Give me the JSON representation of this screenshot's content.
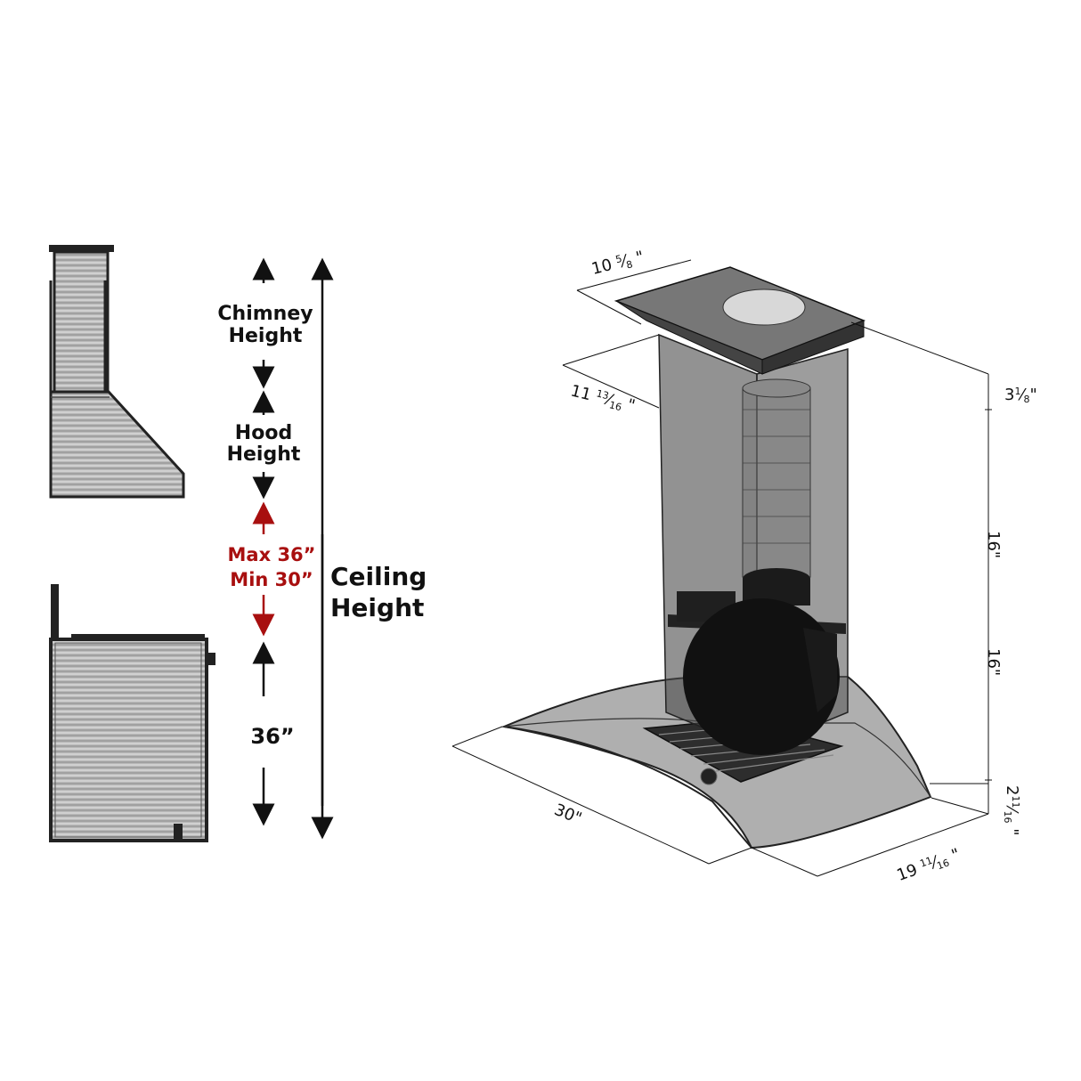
{
  "left_labels": {
    "chimney_line1": "Chimney",
    "chimney_line2": "Height",
    "hood_line1": "Hood",
    "hood_line2": "Height",
    "max": "Max 36”",
    "min": "Min 30”",
    "counter": "36”",
    "ceiling_line1": "Ceiling",
    "ceiling_line2": "Height"
  },
  "dimensions": {
    "top_width": {
      "whole": "10",
      "num": "5",
      "den": "8",
      "mark": "\""
    },
    "top_depth": {
      "whole": "11",
      "num": "13",
      "den": "16",
      "mark": "\""
    },
    "top_height": {
      "whole": "3",
      "num": "1",
      "den": "8",
      "mark": "\""
    },
    "chimney_upper": "16\"",
    "chimney_lower": "16\"",
    "hood_edge": {
      "whole": "2",
      "num": "11",
      "den": "16",
      "mark": "\""
    },
    "hood_width": "30\"",
    "hood_depth": {
      "whole": "19",
      "num": "11",
      "den": "16",
      "mark": "\""
    }
  },
  "colors": {
    "accent_red": "#a80f0f",
    "glass": "#3a3a3a",
    "steel": "#8c8c8c"
  }
}
